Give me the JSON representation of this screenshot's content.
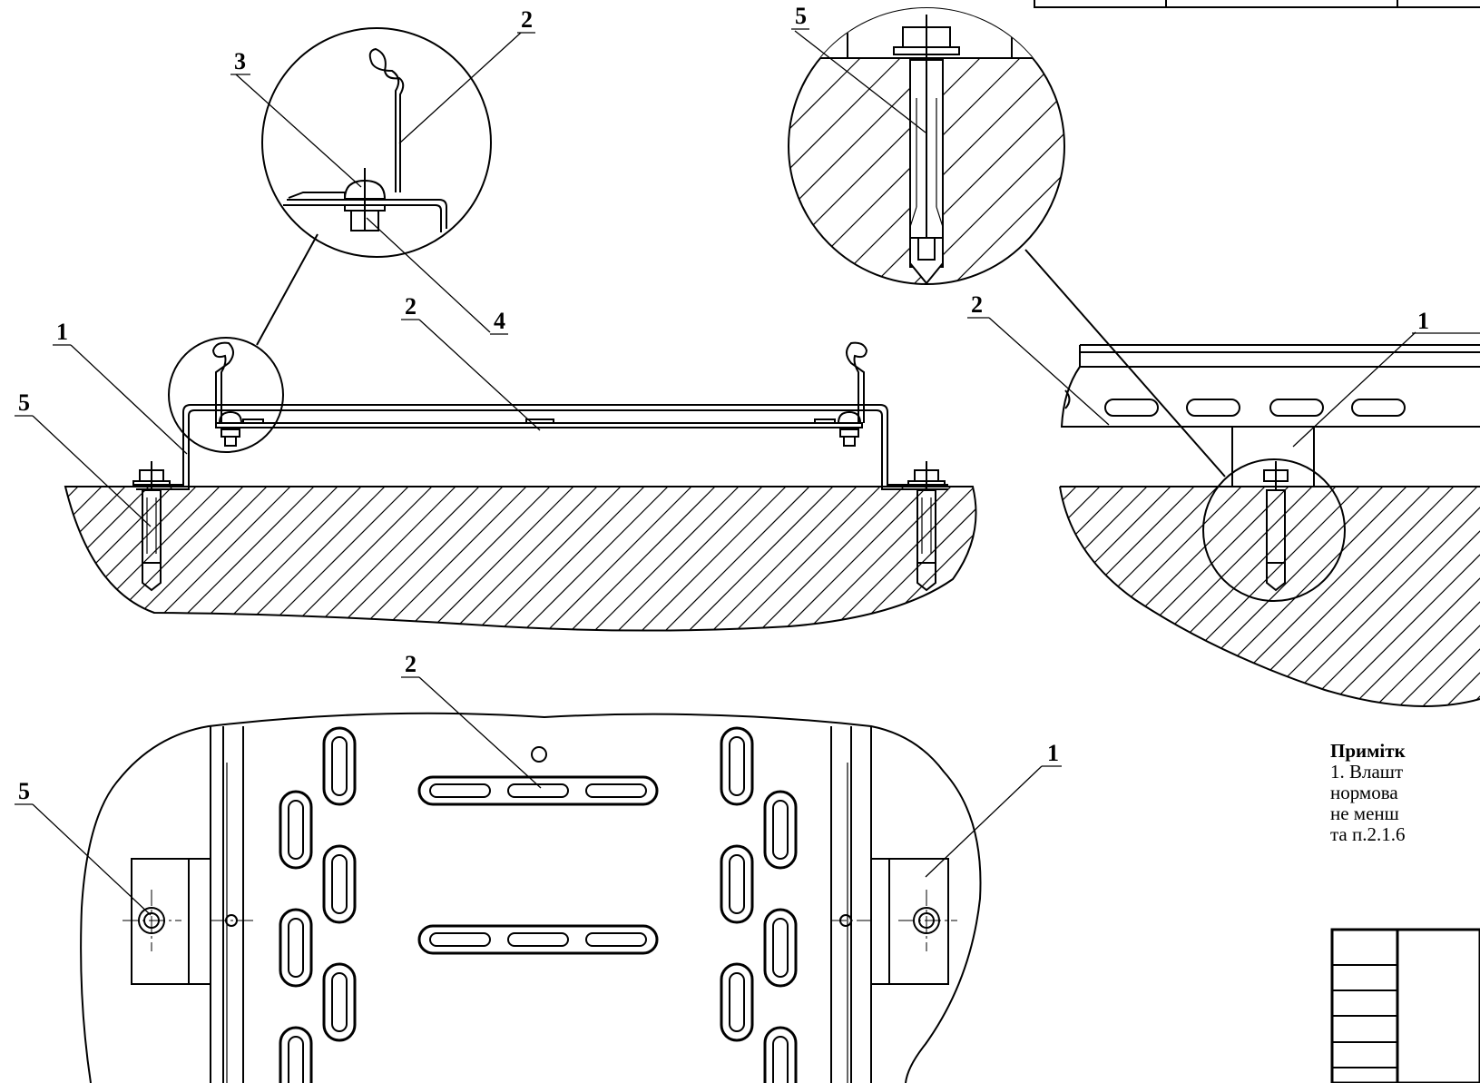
{
  "callouts": {
    "detail_a_part2": "2",
    "detail_a_part3": "3",
    "detail_a_part4": "4",
    "section_part1": "1",
    "section_part2": "2",
    "section_part5": "5",
    "detail_b_part5": "5",
    "side_part2": "2",
    "side_part1": "1",
    "plan_part2": "2",
    "plan_part1": "1",
    "plan_part5": "5"
  },
  "notes": {
    "title": "Примітк",
    "lines": [
      "1. Влашт",
      "нормова",
      "не менш",
      "та п.2.1.6"
    ]
  }
}
